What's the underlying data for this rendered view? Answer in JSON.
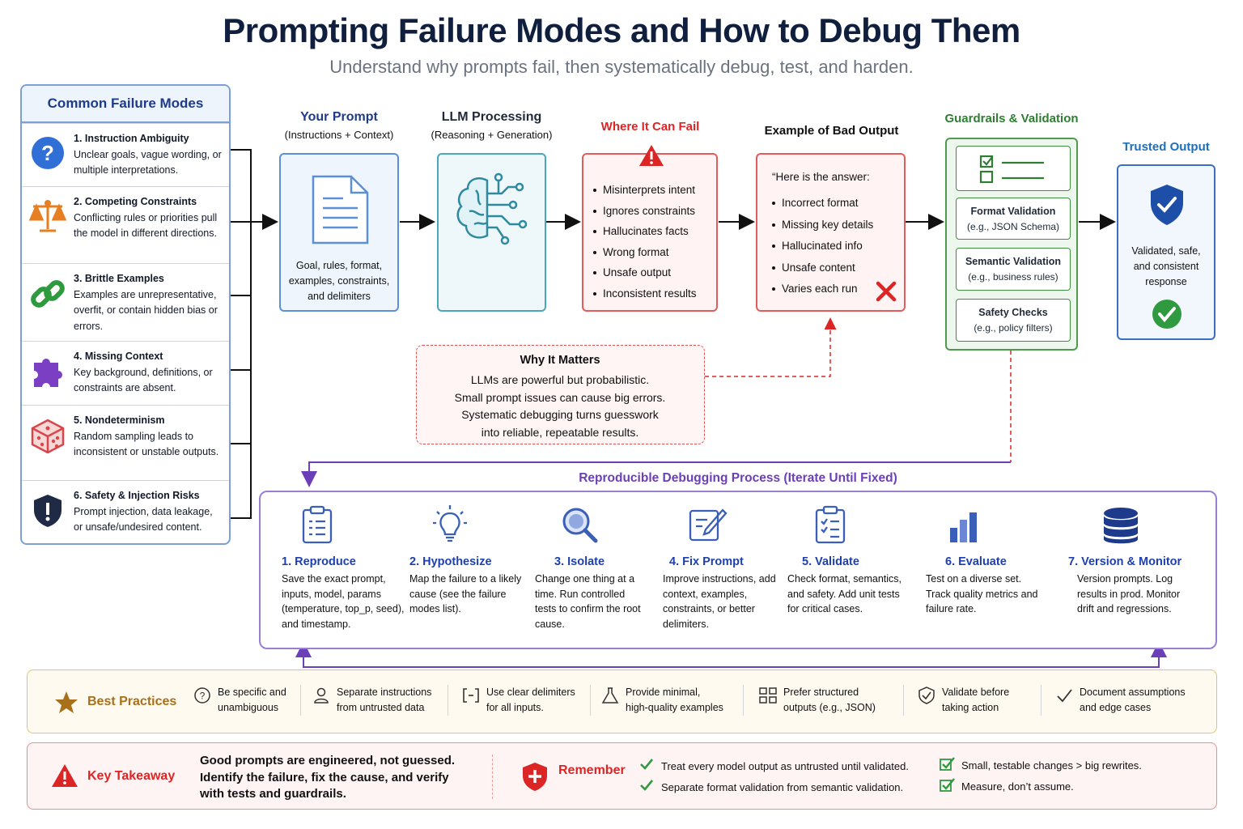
{
  "title": "Prompting Failure Modes and How to Debug Them",
  "subtitle": "Understand why prompts fail, then systematically debug, test, and harden.",
  "failure_modes": {
    "heading": "Common Failure Modes",
    "items": [
      {
        "title": "1. Instruction Ambiguity",
        "desc": "Unclear goals, vague wording, or multiple interpretations.",
        "icon": "question-icon"
      },
      {
        "title": "2. Competing Constraints",
        "desc": "Conflicting rules or priorities pull the model in different directions.",
        "icon": "scales-icon"
      },
      {
        "title": "3. Brittle Examples",
        "desc": "Examples are unrepresentative, overfit, or contain hidden bias or errors.",
        "icon": "chain-link-icon"
      },
      {
        "title": "4. Missing Context",
        "desc": "Key background, definitions, or constraints are absent.",
        "icon": "puzzle-icon"
      },
      {
        "title": "5. Nondeterminism",
        "desc": "Random sampling leads to inconsistent or unstable outputs.",
        "icon": "dice-icon"
      },
      {
        "title": "6. Safety & Injection Risks",
        "desc": "Prompt injection, data leakage, or unsafe/undesired content.",
        "icon": "shield-alert-icon"
      }
    ]
  },
  "pipeline": {
    "prompt": {
      "label": "Your Prompt",
      "sub": "(Instructions + Context)",
      "body": "Goal, rules, format, examples, constraints, and delimiters"
    },
    "llm": {
      "label": "LLM Processing",
      "sub": "(Reasoning + Generation)"
    },
    "fail": {
      "label": "Where It Can Fail",
      "items": [
        "Misinterprets intent",
        "Ignores constraints",
        "Hallucinates facts",
        "Wrong format",
        "Unsafe output",
        "Inconsistent results"
      ]
    },
    "bad": {
      "label": "Example of Bad Output",
      "quote": "“Here is the answer:",
      "items": [
        "Incorrect format",
        "Missing key details",
        "Hallucinated info",
        "Unsafe content",
        "Varies each run"
      ]
    },
    "guard": {
      "label": "Guardrails & Validation",
      "checks": [
        {
          "title": "Format Validation",
          "sub": "(e.g., JSON Schema)"
        },
        {
          "title": "Semantic Validation",
          "sub": "(e.g., business rules)"
        },
        {
          "title": "Safety Checks",
          "sub": "(e.g., policy filters)"
        }
      ]
    },
    "trusted": {
      "label": "Trusted Output",
      "body": "Validated, safe, and consistent response"
    }
  },
  "why": {
    "title": "Why It Matters",
    "lines": [
      "LLMs are powerful but probabilistic.",
      "Small prompt issues can cause big errors.",
      "Systematic debugging turns guesswork",
      "into reliable, repeatable results."
    ]
  },
  "process": {
    "title": "Reproducible Debugging Process (Iterate Until Fixed)",
    "steps": [
      {
        "name": "1. Reproduce",
        "desc": "Save the exact prompt, inputs, model, params (temperature, top_p, seed), and timestamp."
      },
      {
        "name": "2. Hypothesize",
        "desc": "Map the failure to a likely cause (see the failure modes list)."
      },
      {
        "name": "3. Isolate",
        "desc": "Change one thing at a time. Run controlled tests to confirm the root cause."
      },
      {
        "name": "4. Fix Prompt",
        "desc": "Improve instructions, add context, examples, constraints, or better delimiters."
      },
      {
        "name": "5. Validate",
        "desc": "Check format, semantics, and safety. Add unit tests for critical cases."
      },
      {
        "name": "6. Evaluate",
        "desc": "Test on a diverse set. Track quality metrics and failure rate."
      },
      {
        "name": "7. Version & Monitor",
        "desc": "Version prompts. Log results in prod. Monitor drift and regressions."
      }
    ]
  },
  "best_practices": {
    "label": "Best Practices",
    "items": [
      {
        "l1": "Be specific and",
        "l2": "unambiguous"
      },
      {
        "l1": "Separate instructions",
        "l2": "from untrusted data"
      },
      {
        "l1": "Use clear delimiters",
        "l2": "for all inputs."
      },
      {
        "l1": "Provide minimal,",
        "l2": "high-quality examples"
      },
      {
        "l1": "Prefer structured",
        "l2": "outputs (e.g., JSON)"
      },
      {
        "l1": "Validate before",
        "l2": "taking action"
      },
      {
        "l1": "Document assumptions",
        "l2": "and edge cases"
      }
    ]
  },
  "takeaway": {
    "label": "Key Takeaway",
    "lines": [
      "Good prompts are engineered, not guessed.",
      "Identify the failure, fix the cause, and verify",
      "with tests and guardrails."
    ],
    "remember_label": "Remember",
    "remember": [
      "Treat every model output as untrusted until validated.",
      "Separate format validation from semantic validation.",
      "Small, testable changes > big rewrites.",
      "Measure, don’t assume."
    ]
  },
  "colors": {
    "navy": "#0f1f3d",
    "blue": "#1e40af",
    "red": "#dc2626",
    "green": "#2f7d32",
    "purple": "#6b3fb8",
    "amber": "#b7791f"
  }
}
